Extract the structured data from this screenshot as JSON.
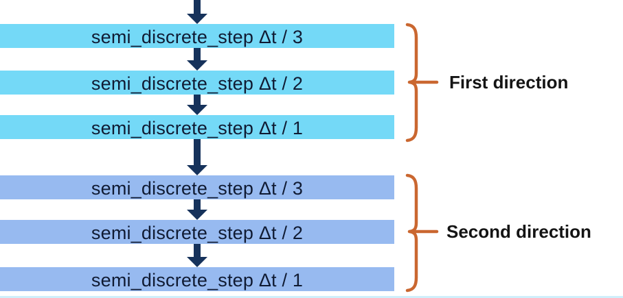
{
  "groups": [
    {
      "label": "First direction",
      "bar_color": "#74D9F7",
      "steps": [
        "semi_discrete_step Δt / 3",
        "semi_discrete_step Δt / 2",
        "semi_discrete_step Δt / 1"
      ]
    },
    {
      "label": "Second direction",
      "bar_color": "#97BAF0",
      "steps": [
        "semi_discrete_step Δt / 3",
        "semi_discrete_step Δt / 2",
        "semi_discrete_step Δt / 1"
      ]
    }
  ],
  "icons": {
    "flow_arrow": "arrow-down-icon",
    "group_bracket": "curly-brace-icon"
  },
  "colors": {
    "background": "#FFFFFF",
    "arrow": "#16325B",
    "brace": "#CA6730",
    "bar_text": "#101B33",
    "label_text": "#141414"
  }
}
